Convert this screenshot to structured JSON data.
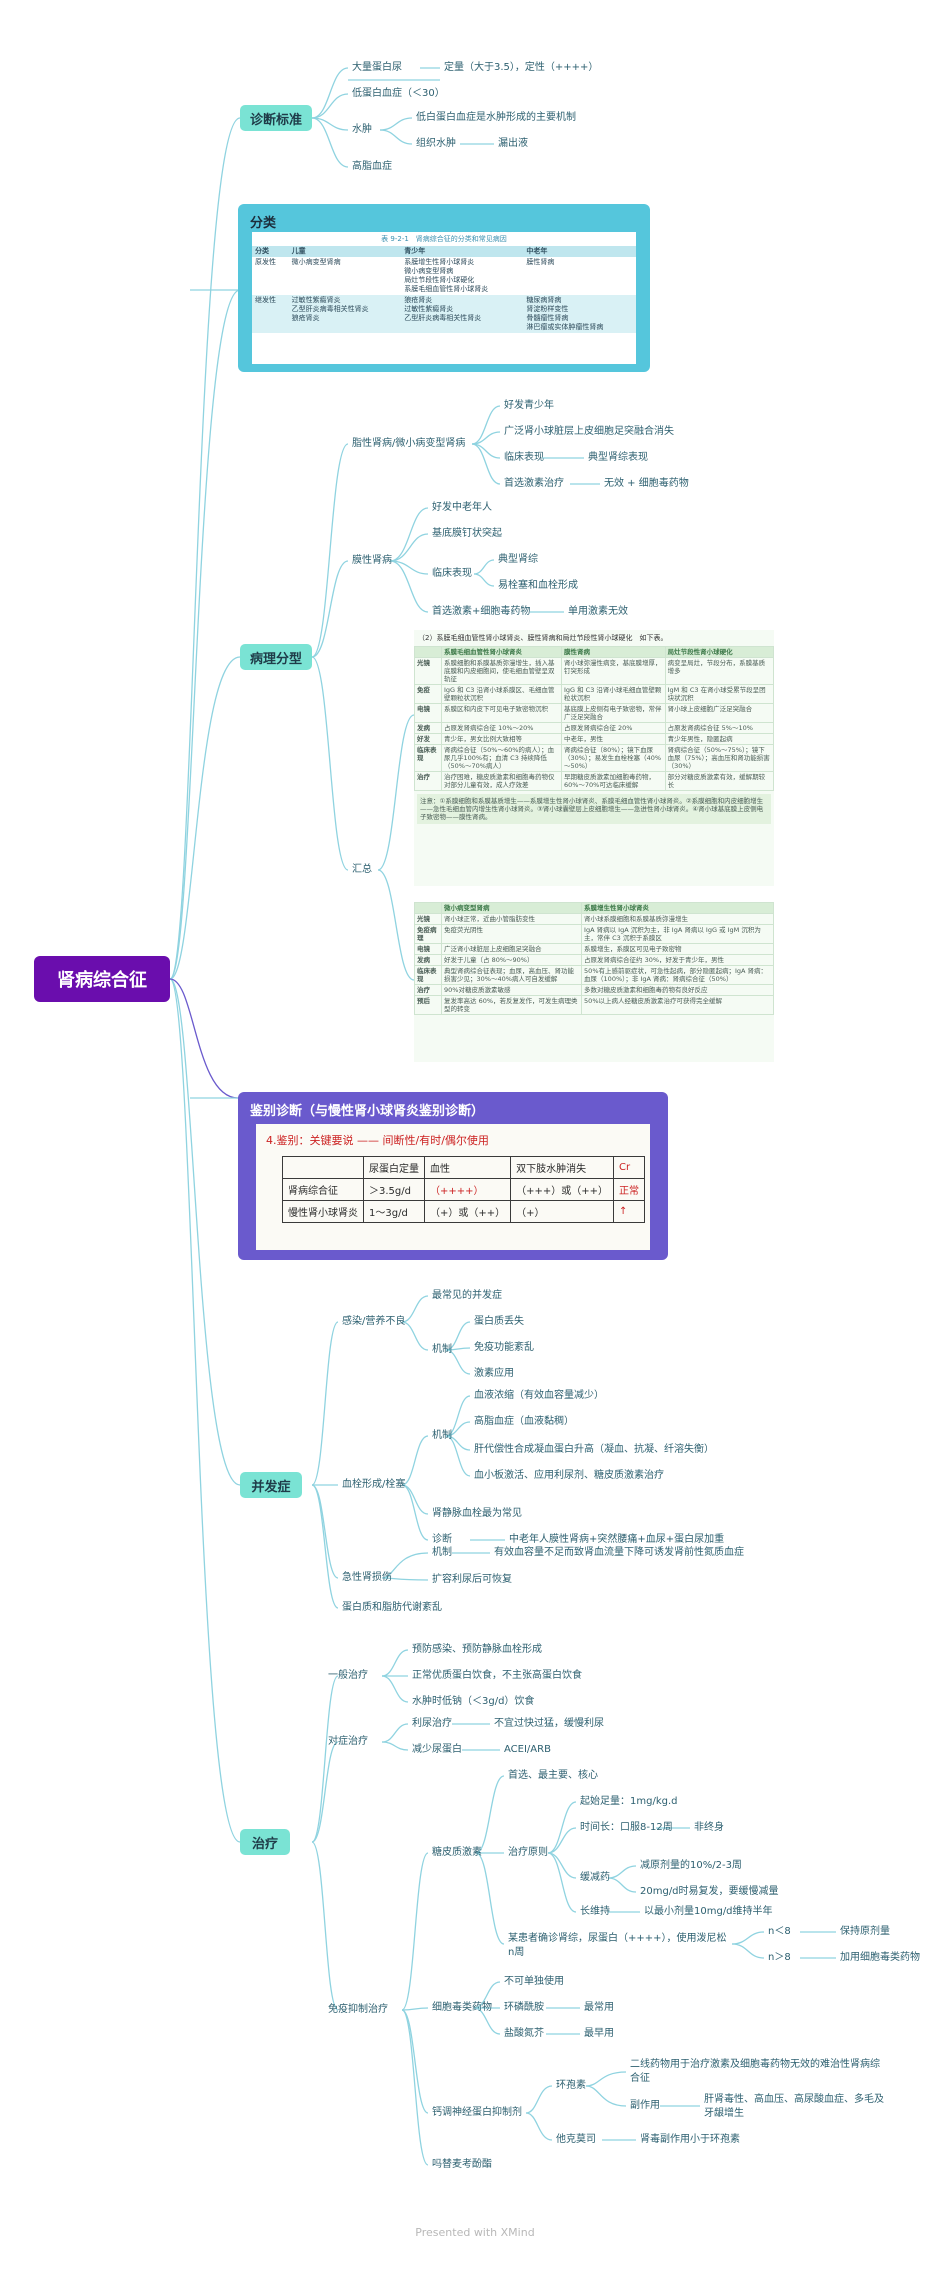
{
  "root": "肾病综合征",
  "diag": {
    "title": "诊断标准",
    "c1": "大量蛋白尿",
    "c1a": "定量（大于3.5），定性（++++）",
    "c2": "低蛋白血症（＜30）",
    "c3": "水肿",
    "c3a": "低白蛋白血症是水肿形成的主要机制",
    "c3b": "组织水肿",
    "c3c": "漏出液",
    "c4": "高脂血症"
  },
  "cls": {
    "title": "分类",
    "caption": "表 9-2-1　肾病综合征的分类和常见病因",
    "headers": [
      "分类",
      "儿童",
      "青少年",
      "中老年"
    ],
    "row1": [
      "原发性",
      "微小病变型肾病",
      "系膜增生性肾小球肾炎\n微小病变型肾病\n局灶节段性肾小球硬化\n系膜毛细血管性肾小球肾炎",
      "膜性肾病"
    ],
    "row2": [
      "继发性",
      "过敏性紫癜肾炎\n乙型肝炎病毒相关性肾炎\n狼疮肾炎",
      "狼疮肾炎\n过敏性紫癜肾炎\n乙型肝炎病毒相关性肾炎",
      "糖尿病肾病\n肾淀粉样变性\n骨髓瘤性肾病\n淋巴瘤或实体肿瘤性肾病"
    ]
  },
  "path": {
    "title": "病理分型",
    "a": "脂性肾病/微小病变型肾病",
    "a1": "好发青少年",
    "a2": "广泛肾小球脏层上皮细胞足突融合消失",
    "a3": "临床表现",
    "a3a": "典型肾综表现",
    "a4": "首选激素治疗",
    "a4a": "无效 + 细胞毒药物",
    "b": "膜性肾病",
    "b1": "好发中老年人",
    "b2": "基底膜钉状突起",
    "b3": "临床表现",
    "b3a": "典型肾综",
    "b3b": "易栓塞和血栓形成",
    "b4": "首选激素+细胞毒药物",
    "b4a": "单用激素无效",
    "sum": "汇总",
    "t1title": "（2）系膜毛细血管性肾小球肾炎、膜性肾病和局灶节段性肾小球硬化　如下表。",
    "t1headers": [
      "",
      "系膜毛细血管性肾小球肾炎",
      "膜性肾病",
      "局灶节段性肾小球硬化"
    ],
    "t1rows": [
      [
        "光镜",
        "系膜细胞和系膜基质弥漫增生，插入基底膜和内皮细胞间，使毛细血管壁呈双轨征",
        "肾小球弥漫性病变，基底膜增厚，钉突形成",
        "病变呈局灶，节段分布，系膜基质增多"
      ],
      [
        "免疫",
        "IgG 和 C3 沿肾小球系膜区、毛细血管壁颗粒状沉积",
        "IgG 和 C3 沿肾小球毛细血管壁颗粒状沉积",
        "IgM 和 C3 在肾小球受累节段呈团块状沉积"
      ],
      [
        "电镜",
        "系膜区和内皮下可见电子致密物沉积",
        "基底膜上皮侧有电子致密物，常伴广泛足突融合",
        "肾小球上皮细胞广泛足突融合"
      ],
      [
        "发病",
        "占原发肾病综合征 10%～20%",
        "占原发肾病综合征 20%",
        "占原发肾病综合征 5%～10%"
      ],
      [
        "好发",
        "青少年，男女比例大致相等",
        "中老年，男性",
        "青少年男性，隐匿起病"
      ],
      [
        "临床表现",
        "肾病综合征（50%～60%的病人）；血尿几乎100%有；血清 C3 持续降低（50%～70%病人）",
        "肾病综合征（80%）；镜下血尿（30%）；易发生血栓栓塞（40%～50%）",
        "肾病综合征（50%～75%）；镜下血尿（75%）；高血压和肾功能损害（30%）"
      ],
      [
        "治疗",
        "治疗困难，糖皮质激素和细胞毒药物仅对部分儿童有效，成人疗效差",
        "早期糖皮质激素加细胞毒药物，60%～70%可达临床缓解",
        "部分对糖皮质激素有效，缓解期较长"
      ]
    ],
    "t1notes": "注意：①系膜细胞和系膜基质增生——系膜增生性肾小球肾炎、系膜毛细血管性肾小球肾炎。②系膜细胞和内皮细胞增生——急性毛细血管内增生性肾小球肾炎。③肾小球囊壁层上皮细胞增生——急进性肾小球肾炎。④肾小球基底膜上皮侧电子致密物——膜性肾病。",
    "t2headers": [
      "",
      "微小病变型肾病",
      "系膜增生性肾小球肾炎"
    ],
    "t2rows": [
      [
        "光镜",
        "肾小球正常，近曲小管脂肪变性",
        "肾小球系膜细胞和系膜基质弥漫增生"
      ],
      [
        "免疫病理",
        "免疫荧光阴性",
        "IgA 肾病以 IgA 沉积为主，非 IgA 肾病以 IgG 或 IgM 沉积为主，常伴 C3 沉积于系膜区"
      ],
      [
        "电镜",
        "广泛肾小球脏层上皮细胞足突融合",
        "系膜增生，系膜区可见电子致密物"
      ],
      [
        "发病",
        "好发于儿童（占 80%～90%）",
        "占原发肾病综合征约 30%，好发于青少年，男性"
      ],
      [
        "临床表现",
        "典型肾病综合征表现；血尿，高血压、肾功能损害少见；30%～40%病人可自发缓解",
        "50%有上感前驱症状，可急性起病，部分隐匿起病；IgA 肾病：血尿（100%）；非 IgA 肾病：肾病综合征（50%）"
      ],
      [
        "治疗",
        "90%对糖皮质激素敏感",
        "多数对糖皮质激素和细胞毒药物有良好反应"
      ],
      [
        "预后",
        "复发率高达 60%，若反复发作，可发生病理类型的转变",
        "50%以上病人经糖皮质激素治疗可获得完全缓解"
      ]
    ]
  },
  "diff": {
    "title": "鉴别诊断（与慢性肾小球肾炎鉴别诊断）",
    "hand": "4.鉴别：关键要说 —— 间断性/有时/偶尔使用",
    "headers": [
      "",
      "尿蛋白定量",
      "血性",
      "双下肢水肿消失",
      "Cr"
    ],
    "rows": [
      [
        "肾病综合征",
        "＞3.5g/d",
        "（++++）",
        "（+++）或（++）",
        "正常"
      ],
      [
        "慢性肾小球肾炎",
        "1～3g/d",
        "（+）或（++）",
        "（+）",
        "↑"
      ]
    ]
  },
  "comp": {
    "title": "并发症",
    "a": "感染/营养不良",
    "a1": "最常见的并发症",
    "a2": "机制",
    "a2a": "蛋白质丢失",
    "a2b": "免疫功能紊乱",
    "a2c": "激素应用",
    "b": "血栓形成/栓塞",
    "b1": "机制",
    "b1a": "血液浓缩（有效血容量减少）",
    "b1b": "高脂血症（血液黏稠）",
    "b1c": "肝代偿性合成凝血蛋白升高（凝血、抗凝、纤溶失衡）",
    "b1d": "血小板激活、应用利尿剂、糖皮质激素治疗",
    "b2": "肾静脉血栓最为常见",
    "b3": "诊断",
    "b3a": "中老年人膜性肾病+突然腰痛+血尿+蛋白尿加重",
    "c": "急性肾损伤",
    "c1": "机制",
    "c1a": "有效血容量不足而致肾血流量下降可诱发肾前性氮质血症",
    "c2": "扩容利尿后可恢复",
    "d": "蛋白质和脂肪代谢紊乱"
  },
  "tx": {
    "title": "治疗",
    "a": "一般治疗",
    "a1": "预防感染、预防静脉血栓形成",
    "a2": "正常优质蛋白饮食，不主张高蛋白饮食",
    "a3": "水肿时低钠（＜3g/d）饮食",
    "b": "对症治疗",
    "b1": "利尿治疗",
    "b1a": "不宜过快过猛，缓慢利尿",
    "b2": "减少尿蛋白",
    "b2a": "ACEI/ARB",
    "c": "免疫抑制治疗",
    "c1": "糖皮质激素",
    "c1a": "首选、最主要、核心",
    "c1b": "治疗原则",
    "c1b1": "起始足量：1mg/kg.d",
    "c1b2": "时间长：口服8-12周",
    "c1b2a": "非终身",
    "c1b3": "缓减药",
    "c1b3a": "减原剂量的10%/2-3周",
    "c1b3b": "20mg/d时易复发，要缓慢减量",
    "c1b4": "长维持",
    "c1b4a": "以最小剂量10mg/d维持半年",
    "c1c": "某患者确诊肾综，尿蛋白（++++），使用泼尼松n周",
    "c1c1": "n＜8",
    "c1c1a": "保持原剂量",
    "c1c2": "n＞8",
    "c1c2a": "加用细胞毒类药物",
    "c2": "细胞毒类药物",
    "c2a": "不可单独使用",
    "c2b": "环磷酰胺",
    "c2b1": "最常用",
    "c2c": "盐酸氮芥",
    "c2c1": "最早用",
    "c3": "钙调神经蛋白抑制剂",
    "c3a": "环孢素",
    "c3a1": "二线药物用于治疗激素及细胞毒药物无效的难治性肾病综合征",
    "c3a2": "副作用",
    "c3a2a": "肝肾毒性、高血压、高尿酸血症、多毛及牙龈增生",
    "c3b": "他克莫司",
    "c3b1": "肾毒副作用小于环孢素",
    "c4": "吗替麦考酚酯"
  },
  "footer": "Presented with XMind",
  "colors": {
    "root": "#6a0dad",
    "main": "#7ae3d4",
    "line": "#8fd3e0",
    "diffPanel": "#6a5acd",
    "clsPanel": "#55c6dc"
  }
}
